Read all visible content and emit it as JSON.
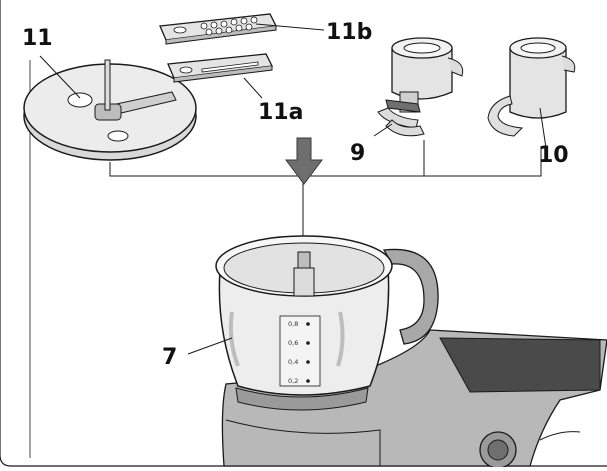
{
  "labels": {
    "disc": "11",
    "disc_blade_b": "11b",
    "disc_blade_a": "11a",
    "chopper_blade": "9",
    "kneading_hook": "10",
    "bowl": "7"
  },
  "bowl_scale": [
    "0,8",
    "0,6",
    "0,4",
    "0,2"
  ],
  "colors": {
    "line": "#1a1a1a",
    "part_fill": "#e6e6e6",
    "part_dark": "#bdbdbd",
    "arrow": "#6e6e6e",
    "base_fill": "#b8b8b8"
  }
}
